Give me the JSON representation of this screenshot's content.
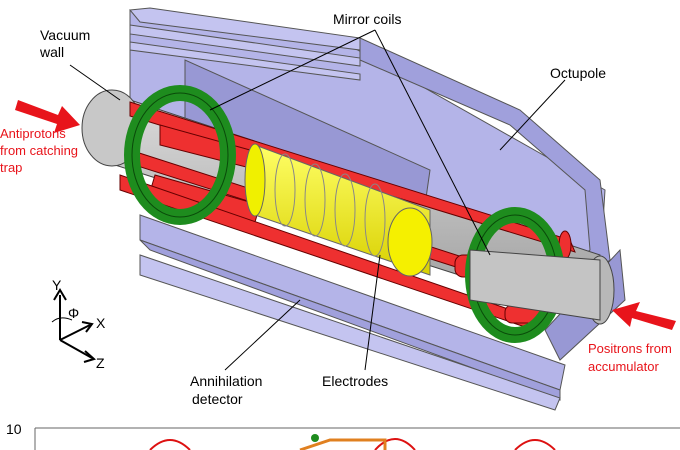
{
  "labels": {
    "vacuum_wall_1": "Vacuum",
    "vacuum_wall_2": "wall",
    "mirror_coils": "Mirror coils",
    "octupole": "Octupole",
    "antiprotons_1": "Antiprotons",
    "antiprotons_2": "from catching",
    "antiprotons_3": "trap",
    "positrons_1": "Positrons from",
    "positrons_2": "accumulator",
    "annihilation_1": "Annihilation",
    "annihilation_2": "detector",
    "electrodes": "Electrodes"
  },
  "axes": {
    "y": "Y",
    "phi": "Φ",
    "x": "X",
    "z": "Z"
  },
  "lower_plot": {
    "tick_top": "10"
  },
  "colors": {
    "detector": "#a8a8e0",
    "coil": "#1e8c1e",
    "octupole": "#ee3030",
    "electrode": "#f5f000",
    "vacuum": "#c0c0c0",
    "arrow": "#e8141b"
  }
}
